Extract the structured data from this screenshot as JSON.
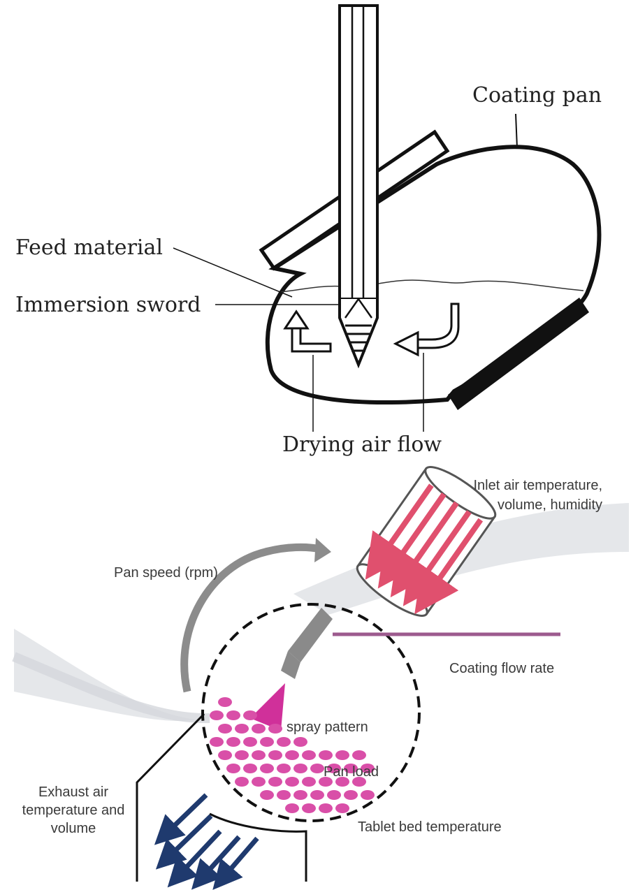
{
  "top_diagram": {
    "labels": {
      "coating_pan": "Coating pan",
      "feed_material": "Feed material",
      "immersion_sword": "Immersion sword",
      "drying_air_flow": "Drying air flow"
    }
  },
  "bottom_diagram": {
    "labels": {
      "inlet_line1": "Inlet air temperature,",
      "inlet_line2": "volume, humidity",
      "pan_speed": "Pan speed (rpm)",
      "coating_flow_rate": "Coating flow rate",
      "spray_pattern": "spray pattern",
      "pan_load": "Pan load",
      "exhaust_line1": "Exhaust air",
      "exhaust_line2": "temperature and",
      "exhaust_line3": "volume",
      "tablet_bed_temperature": "Tablet bed temperature"
    },
    "colors": {
      "inlet_arrows": "#e0506e",
      "exhaust_arrows": "#1f3a6e",
      "tablets": "#d94fa8",
      "spray_cone": "#d0309a",
      "coating_line": "#9c5a8e",
      "nozzle": "#8a8a8a",
      "swoosh": "#e2e4e8"
    }
  }
}
